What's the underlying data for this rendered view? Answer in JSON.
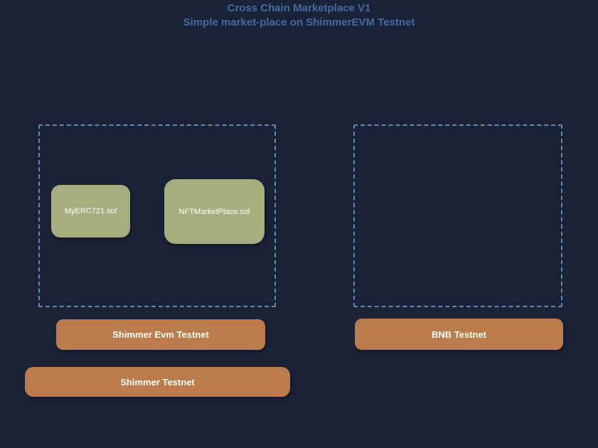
{
  "page": {
    "title_line1": "Cross Chain Marketplace V1",
    "title_line2": "Simple market-place on ShimmerEVM Testnet"
  },
  "colors": {
    "background": "#1a2238",
    "title_text": "#456a9e",
    "dashed_border": "#6288b1",
    "contract_box": "#a6ad7e",
    "network_box": "#bc7b4a",
    "box_text": "#ffffff"
  },
  "groups": {
    "shimmer_evm": {
      "contracts": [
        {
          "label": "MyERC721.sol"
        },
        {
          "label": "NFTMarketPlace.sol"
        }
      ],
      "network": "Shimmer Evm Testnet"
    },
    "bnb": {
      "contracts": [],
      "network": "BNB Testnet"
    },
    "base_layer": {
      "network": "Shimmer Testnet"
    }
  }
}
